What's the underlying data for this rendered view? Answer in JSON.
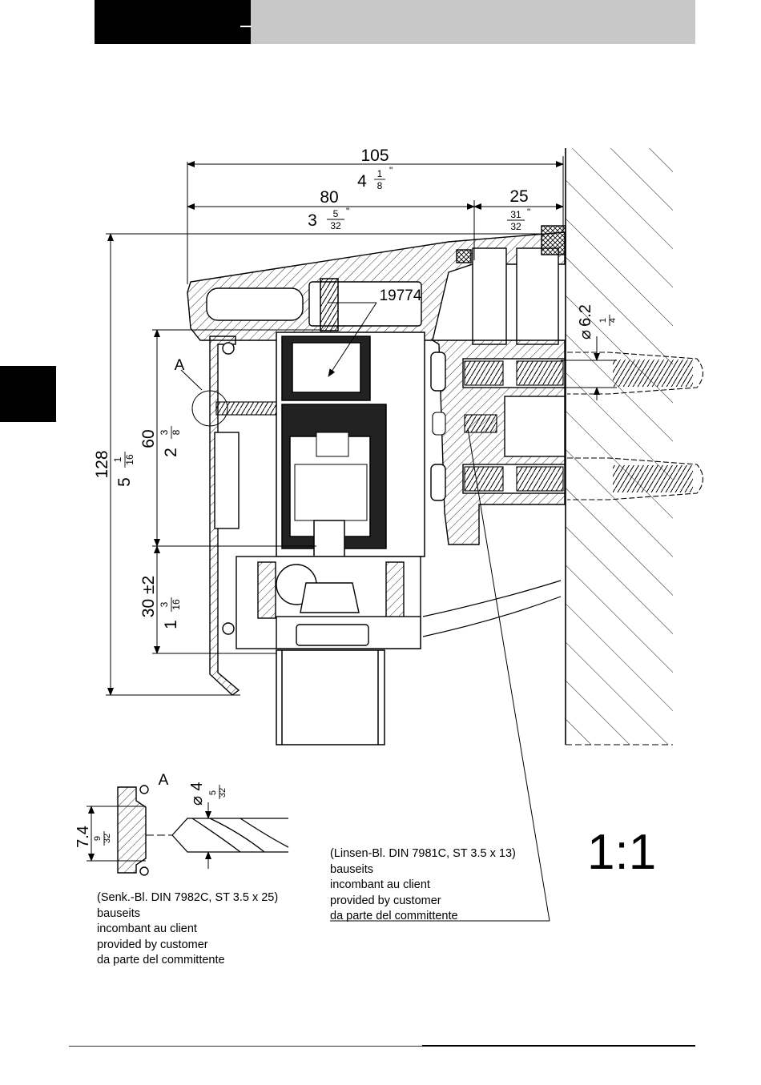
{
  "dimensions": {
    "overall_width_mm": "105",
    "overall_width_in_whole": "4",
    "overall_width_in_num": "1",
    "overall_width_in_den": "8",
    "left_width_mm": "80",
    "left_width_in_whole": "3",
    "left_width_in_num": "5",
    "left_width_in_den": "32",
    "right_width_mm": "25",
    "right_width_in_num": "31",
    "right_width_in_den": "32",
    "total_height_mm": "128",
    "total_height_in_whole": "5",
    "total_height_in_num": "1",
    "total_height_in_den": "16",
    "upper_height_mm": "60",
    "upper_height_in_whole": "2",
    "upper_height_in_num": "3",
    "upper_height_in_den": "8",
    "lower_height_mm": "30 ±2",
    "lower_height_in_whole": "1",
    "lower_height_in_num": "3",
    "lower_height_in_den": "16",
    "hole_dia_mm": "6.2",
    "hole_dia_in_num": "1",
    "hole_dia_in_den": "4",
    "detail_height_mm": "7.4",
    "detail_height_in_num": "9",
    "detail_height_in_den": "32",
    "drill_dia_mm": "4",
    "drill_dia_in_num": "5",
    "drill_dia_in_den": "32",
    "inch_mark": "\""
  },
  "labels": {
    "part_number": "19774",
    "detail_marker": "A",
    "detail_title": "A",
    "diameter_symbol": "⌀",
    "scale": "1:1"
  },
  "notes": {
    "left": [
      "(Senk.-Bl. DIN 7982C, ST 3.5 x 25)",
      "bauseits",
      "incombant au client",
      "provided by customer",
      "da parte del committente"
    ],
    "right": [
      "(Linsen-Bl. DIN 7981C, ST 3.5 x 13)",
      "bauseits",
      "incombant au client",
      "provided by customer",
      "da parte del committente"
    ]
  },
  "colors": {
    "header_black": "#000000",
    "header_grey": "#c8c8c8",
    "line": "#000000"
  }
}
